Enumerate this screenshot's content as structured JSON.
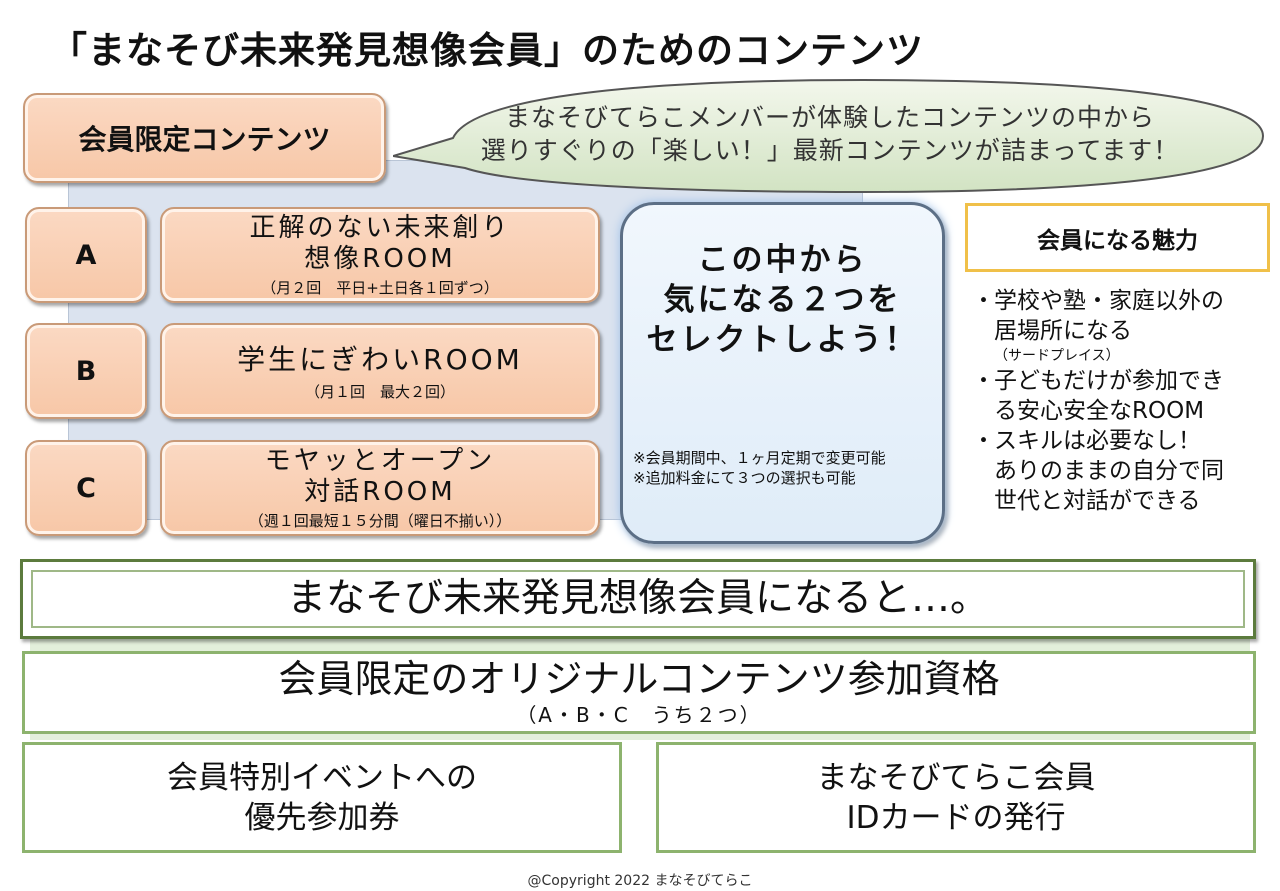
{
  "title": "「まなそび未来発見想像会員」のためのコンテンツ",
  "header_box": "会員限定コンテンツ",
  "bubble": {
    "line1": "まなそびてらこメンバーが体験したコンテンツの中から",
    "line2": "選りすぐりの「楽しい！」最新コンテンツが詰まってます！"
  },
  "rooms": [
    {
      "letter": "A",
      "name1": "正解のない未来創り",
      "name2": "想像ROOM",
      "sub": "（月２回　平日+土日各１回ずつ）"
    },
    {
      "letter": "B",
      "name1": "学生にぎわいROOM",
      "name2": "",
      "sub": "（月１回　最大２回）"
    },
    {
      "letter": "C",
      "name1": "モヤッとオープン",
      "name2": "対話ROOM",
      "sub": "（週１回最短１５分間（曜日不揃い））"
    }
  ],
  "select": {
    "line1": "この中から",
    "line2": "気になる２つを",
    "line3": "セレクトしよう！",
    "note1": "※会員期間中、１ヶ月定期で変更可能",
    "note2": "※追加料金にて３つの選択も可能"
  },
  "appeal": {
    "heading": "会員になる魅力",
    "bullet": "・",
    "items": [
      {
        "l1": "学校や塾・家庭以外の",
        "l2": "居場所になる",
        "small": "（サードプレイス）"
      },
      {
        "l1": "子どもだけが参加でき",
        "l2": "る安心安全なROOM",
        "small": ""
      },
      {
        "l1": "スキルは必要なし！",
        "l2": "ありのままの自分で同",
        "l3": "世代と対話ができる"
      }
    ]
  },
  "banner": "まなそび未来発見想像会員になると…。",
  "benefits": {
    "main": "会員限定のオリジナルコンテンツ参加資格",
    "main_sub": "（A・B・C　うち２つ）",
    "left1": "会員特別イベントへの",
    "left2": "優先参加券",
    "right1": "まなそびてらこ会員",
    "right2": "IDカードの発行"
  },
  "copyright": "@Copyright 2022 まなそびてらこ",
  "colors": {
    "peach": "#f8cfb3",
    "green_border": "#8db36e",
    "yellow_border": "#f0c049",
    "select_border": "#5c6f86"
  }
}
